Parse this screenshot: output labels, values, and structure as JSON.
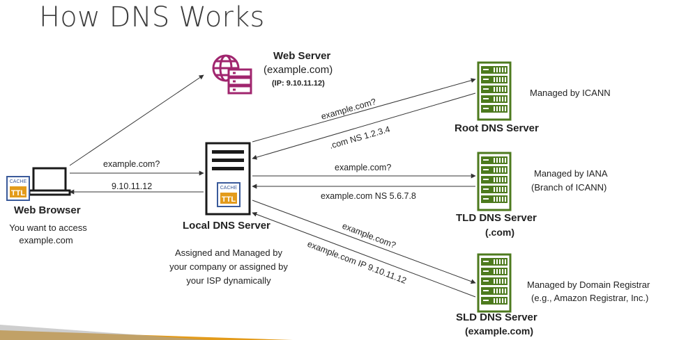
{
  "slide": {
    "title": "How DNS Works"
  },
  "web_server": {
    "name": "Web Server",
    "domain": "(example.com)",
    "ip": "(IP: 9.10.11.12)"
  },
  "browser": {
    "name": "Web Browser",
    "desc_line1": "You want to access",
    "desc_line2": "example.com",
    "cache_label": "CACHE",
    "ttl_label": "TTL"
  },
  "local_dns": {
    "name": "Local DNS Server",
    "cache_label": "CACHE",
    "ttl_label": "TTL",
    "desc_line1": "Assigned and Managed by",
    "desc_line2": "your company or assigned by",
    "desc_line3": "your ISP dynamically"
  },
  "root_dns": {
    "name": "Root DNS Server",
    "managed": "Managed by ICANN"
  },
  "tld_dns": {
    "name": "TLD DNS Server",
    "sub": "(.com)",
    "managed_line1": "Managed by IANA",
    "managed_line2": "(Branch of ICANN)"
  },
  "sld_dns": {
    "name": "SLD DNS Server",
    "sub": "(example.com)",
    "managed_line1": "Managed by Domain Registrar",
    "managed_line2": "(e.g., Amazon Registrar, Inc.)"
  },
  "arrows": {
    "browser_query": "example.com?",
    "browser_answer": "9.10.11.12",
    "root_query": "example.com?",
    "root_answer": ".com NS 1.2.3.4",
    "tld_query": "example.com?",
    "tld_answer": "example.com NS 5.6.7.8",
    "sld_query": "example.com?",
    "sld_answer": "example.com IP 9.10.11.12"
  },
  "colors": {
    "server_green": "#4d7a1e",
    "web_purple": "#a0256e",
    "cache_blue": "#3a5a9a",
    "ttl_orange": "#e39b1b"
  }
}
